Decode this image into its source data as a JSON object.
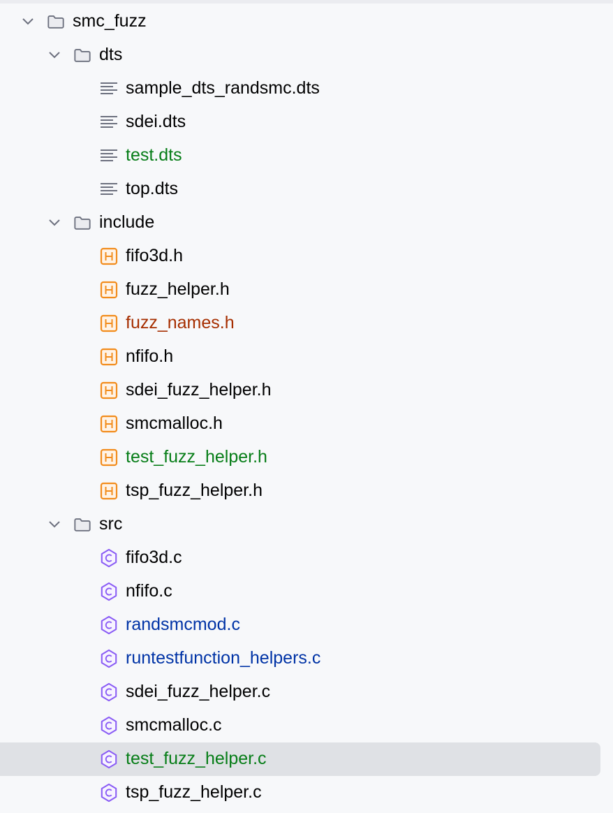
{
  "tree": [
    {
      "label": "smc_fuzz",
      "type": "folder",
      "depth": 0,
      "expanded": true,
      "color": "default"
    },
    {
      "label": "dts",
      "type": "folder",
      "depth": 1,
      "expanded": true,
      "color": "default"
    },
    {
      "label": "sample_dts_randsmc.dts",
      "type": "text-file",
      "depth": 2,
      "color": "default"
    },
    {
      "label": "sdei.dts",
      "type": "text-file",
      "depth": 2,
      "color": "default"
    },
    {
      "label": "test.dts",
      "type": "text-file",
      "depth": 2,
      "color": "green"
    },
    {
      "label": "top.dts",
      "type": "text-file",
      "depth": 2,
      "color": "default"
    },
    {
      "label": "include",
      "type": "folder",
      "depth": 1,
      "expanded": true,
      "color": "default"
    },
    {
      "label": "fifo3d.h",
      "type": "header-file",
      "depth": 2,
      "color": "default"
    },
    {
      "label": "fuzz_helper.h",
      "type": "header-file",
      "depth": 2,
      "color": "default"
    },
    {
      "label": "fuzz_names.h",
      "type": "header-file",
      "depth": 2,
      "color": "red"
    },
    {
      "label": "nfifo.h",
      "type": "header-file",
      "depth": 2,
      "color": "default"
    },
    {
      "label": "sdei_fuzz_helper.h",
      "type": "header-file",
      "depth": 2,
      "color": "default"
    },
    {
      "label": "smcmalloc.h",
      "type": "header-file",
      "depth": 2,
      "color": "default"
    },
    {
      "label": "test_fuzz_helper.h",
      "type": "header-file",
      "depth": 2,
      "color": "green"
    },
    {
      "label": "tsp_fuzz_helper.h",
      "type": "header-file",
      "depth": 2,
      "color": "default"
    },
    {
      "label": "src",
      "type": "folder",
      "depth": 1,
      "expanded": true,
      "color": "default"
    },
    {
      "label": "fifo3d.c",
      "type": "c-file",
      "depth": 2,
      "color": "default"
    },
    {
      "label": "nfifo.c",
      "type": "c-file",
      "depth": 2,
      "color": "default"
    },
    {
      "label": "randsmcmod.c",
      "type": "c-file",
      "depth": 2,
      "color": "blue"
    },
    {
      "label": "runtestfunction_helpers.c",
      "type": "c-file",
      "depth": 2,
      "color": "blue"
    },
    {
      "label": "sdei_fuzz_helper.c",
      "type": "c-file",
      "depth": 2,
      "color": "default"
    },
    {
      "label": "smcmalloc.c",
      "type": "c-file",
      "depth": 2,
      "color": "default"
    },
    {
      "label": "test_fuzz_helper.c",
      "type": "c-file",
      "depth": 2,
      "color": "green",
      "selected": true
    },
    {
      "label": "tsp_fuzz_helper.c",
      "type": "c-file",
      "depth": 2,
      "color": "default"
    }
  ],
  "colors": {
    "green": "#067d17",
    "red": "#a62e00",
    "blue": "#0033a6",
    "header_icon": "#f28c1c",
    "c_icon": "#8a5cf5",
    "folder_icon": "#6c707e"
  }
}
